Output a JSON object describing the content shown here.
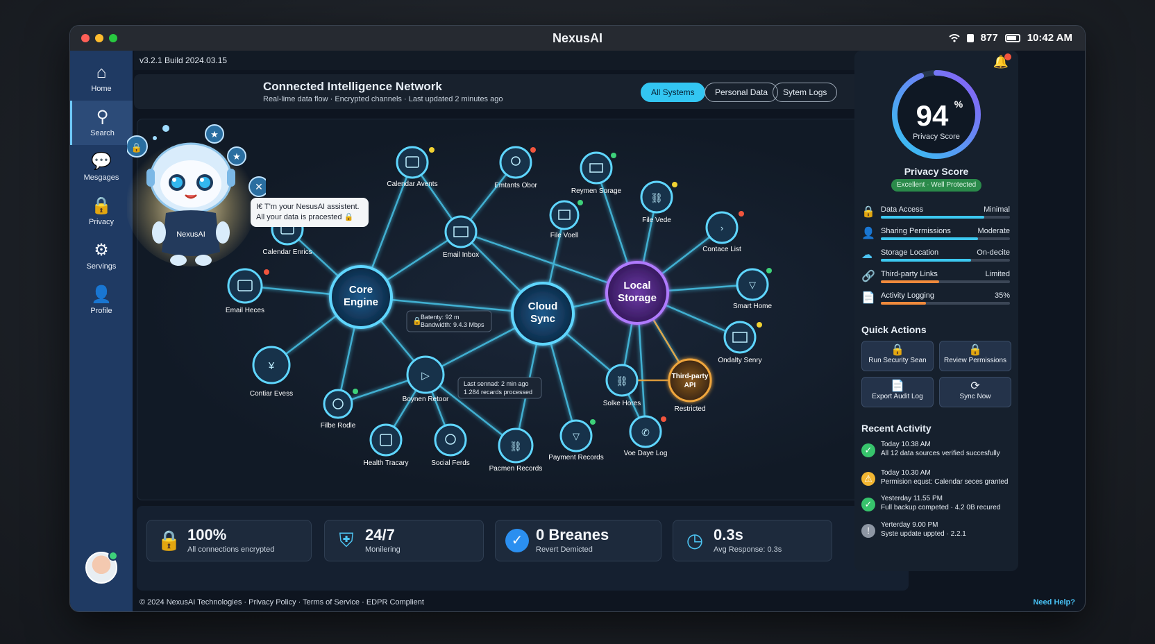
{
  "window": {
    "title": "NexusAI",
    "status_signal": "877",
    "time": "10:42 AM",
    "version": "v3.2.1 Build 2024.03.15"
  },
  "sidebar": {
    "items": [
      {
        "label": "Home",
        "icon": "home-icon",
        "glyph": "⌂"
      },
      {
        "label": "Search",
        "icon": "search-icon",
        "glyph": "⚲"
      },
      {
        "label": "Mesgages",
        "icon": "message-icon",
        "glyph": "💬"
      },
      {
        "label": "Privacy",
        "icon": "lock-icon",
        "glyph": "🔒"
      },
      {
        "label": "Servings",
        "icon": "gear-icon",
        "glyph": "⚙"
      },
      {
        "label": "Profile",
        "icon": "user-icon",
        "glyph": "👤"
      }
    ]
  },
  "network": {
    "title": "Connected Intelligence Network",
    "subtitle": "Real-lime data flow · Encrypted channels · Last updated 2 minutes ago",
    "filters": [
      "All Systems",
      "Personal Data",
      "Sytem Logs"
    ],
    "mascot_name": "NexusAI",
    "bubble_line1": "I€ T'm your NesusAI assistent.",
    "bubble_line2": "All your data is pracested 🔒",
    "hubs": [
      "Core Engine",
      "Cloud Sync",
      "Local Storage"
    ],
    "hub_lines": {
      "core": [
        "Core",
        "Engine"
      ],
      "cloud": [
        "Cloud",
        "Sync"
      ],
      "local": [
        "Local",
        "Storage"
      ],
      "api": [
        "Third-party",
        "API"
      ]
    },
    "nodes": [
      "Calendar Avents",
      "Emtants Obor",
      "Reymen Sorage",
      "File Vede",
      "File Voell",
      "Email Inbox",
      "Calendar Enrics",
      "Email Heces",
      "Contace List",
      "Smart Home",
      "Ondalty Senry",
      "Contiar Evess",
      "Filbe Rodle",
      "Boynen Retoor",
      "Health Tracary",
      "Social Ferds",
      "Pacmen Records",
      "Payment Records",
      "Solke Hores",
      "Voe Daye Log",
      "Restricted"
    ],
    "info1_line1": "Batenty: 92 m",
    "info1_line2": "Bandwidth: 9.4.3 Mbps",
    "info2_line1": "Last sennad: 2 min ago",
    "info2_line2": "1.284 recards processed"
  },
  "stats": [
    {
      "value": "100%",
      "label": "All connections encrypted",
      "icon": "lock-icon"
    },
    {
      "value": "24/7",
      "label": "Monilering",
      "icon": "shield-icon"
    },
    {
      "value": "0 Breanes",
      "label": "Revert Demicted",
      "icon": "check-icon"
    },
    {
      "value": "0.3s",
      "label": "Avg Response: 0.3s",
      "icon": "clock-icon"
    }
  ],
  "footer": {
    "left": "© 2024 NexusAI Technologies · Privacy Policy · Terms of Service · EDPR Complient",
    "help": "Need Help?"
  },
  "privacy": {
    "score": "94",
    "score_suffix": "%",
    "score_fraction": 0.94,
    "score_inner_label": "Privacy Score",
    "score_label": "Privacy Score",
    "badge": "Excellent · Well Protected",
    "metrics": [
      {
        "name": "Data Access",
        "value": "Minimal",
        "fill": 0.8,
        "color": "#3cc8f0",
        "icon": "lock-icon",
        "glyph": "🔒"
      },
      {
        "name": "Sharing Permissions",
        "value": "Moderate",
        "fill": 0.75,
        "color": "#3cc8f0",
        "icon": "user-icon",
        "glyph": "👤"
      },
      {
        "name": "Storage Location",
        "value": "On-decite",
        "fill": 0.7,
        "color": "#3cc8f0",
        "icon": "cloud-icon",
        "glyph": "☁"
      },
      {
        "name": "Third-party Links",
        "value": "Limited",
        "fill": 0.45,
        "color": "#f08a3c",
        "icon": "link-icon",
        "glyph": "🔗"
      },
      {
        "name": "Activity Logging",
        "value": "35%",
        "fill": 0.35,
        "color": "#f08a3c",
        "icon": "document-icon",
        "glyph": "📄"
      }
    ]
  },
  "quick_actions": {
    "title": "Quick Actions",
    "items": [
      {
        "label": "Run Security Sean",
        "glyph": "🔒"
      },
      {
        "label": "Review Permissions",
        "glyph": "🔒"
      },
      {
        "label": "Export Audit Log",
        "glyph": "📄"
      },
      {
        "label": "Sync Now",
        "glyph": "⟳"
      }
    ]
  },
  "recent_activity": {
    "title": "Recent Activity",
    "items": [
      {
        "time": "Today 10.38 AM",
        "text": "All 12 data sources verified succesfully",
        "color": "#37c46c",
        "glyph": "✓"
      },
      {
        "time": "Today 10.30 AM",
        "text": "Permision equst: Calendar seces granted",
        "color": "#f2b632",
        "glyph": "⚠"
      },
      {
        "time": "Yesterday 11.55 PM",
        "text": "Full backup competed · 4.2 0B recured",
        "color": "#37c46c",
        "glyph": "✓"
      },
      {
        "time": "Yerterday 9.00 PM",
        "text": "Syste update uppted · 2.2.1",
        "color": "#8d96a3",
        "glyph": "!"
      }
    ]
  },
  "colors": {
    "accent": "#33c6f2",
    "local_storage": "#a45cf0",
    "third_party": "#f0a63c",
    "sidebar": "#1f3a63"
  }
}
